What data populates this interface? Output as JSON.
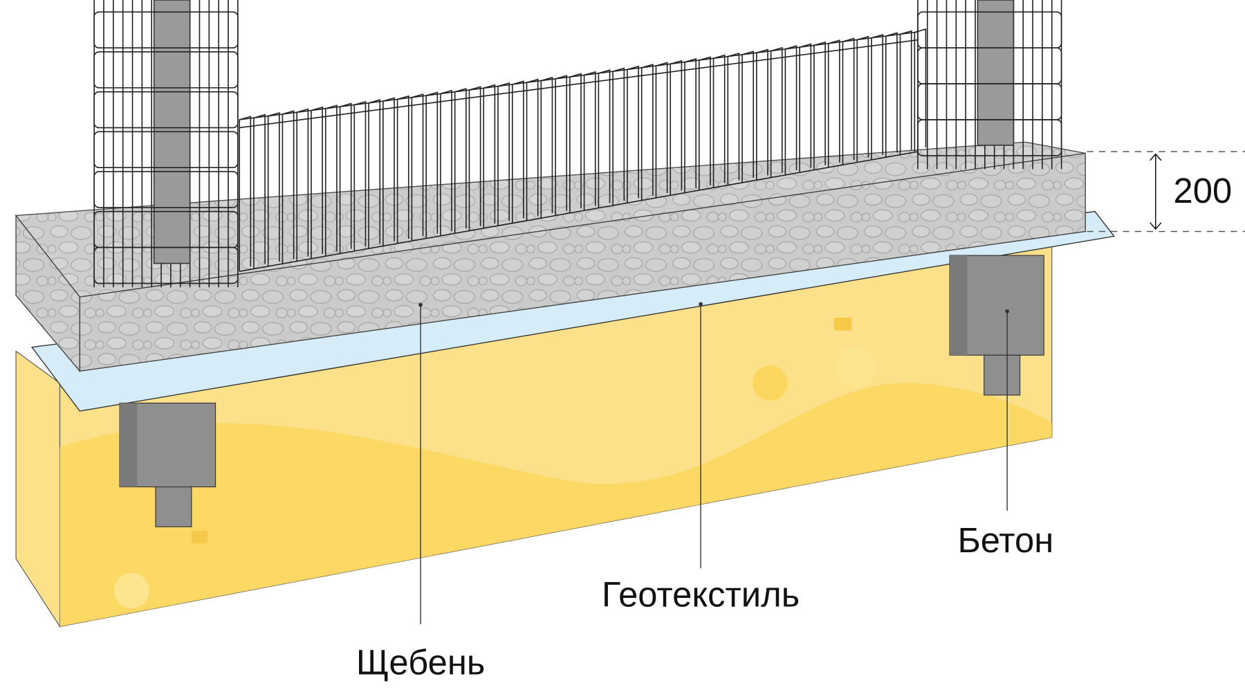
{
  "labels": {
    "gravel": "Щебень",
    "geotextile": "Геотекстиль",
    "concrete": "Бетон"
  },
  "dimension": {
    "value": "200"
  },
  "colors": {
    "soil": "#fde08a",
    "soil_dark": "#fcd75f",
    "geotextile": "#d6ecf8",
    "gravel": "#c9c9c9",
    "concrete": "#8f8f8f",
    "rebar": "#222222"
  }
}
